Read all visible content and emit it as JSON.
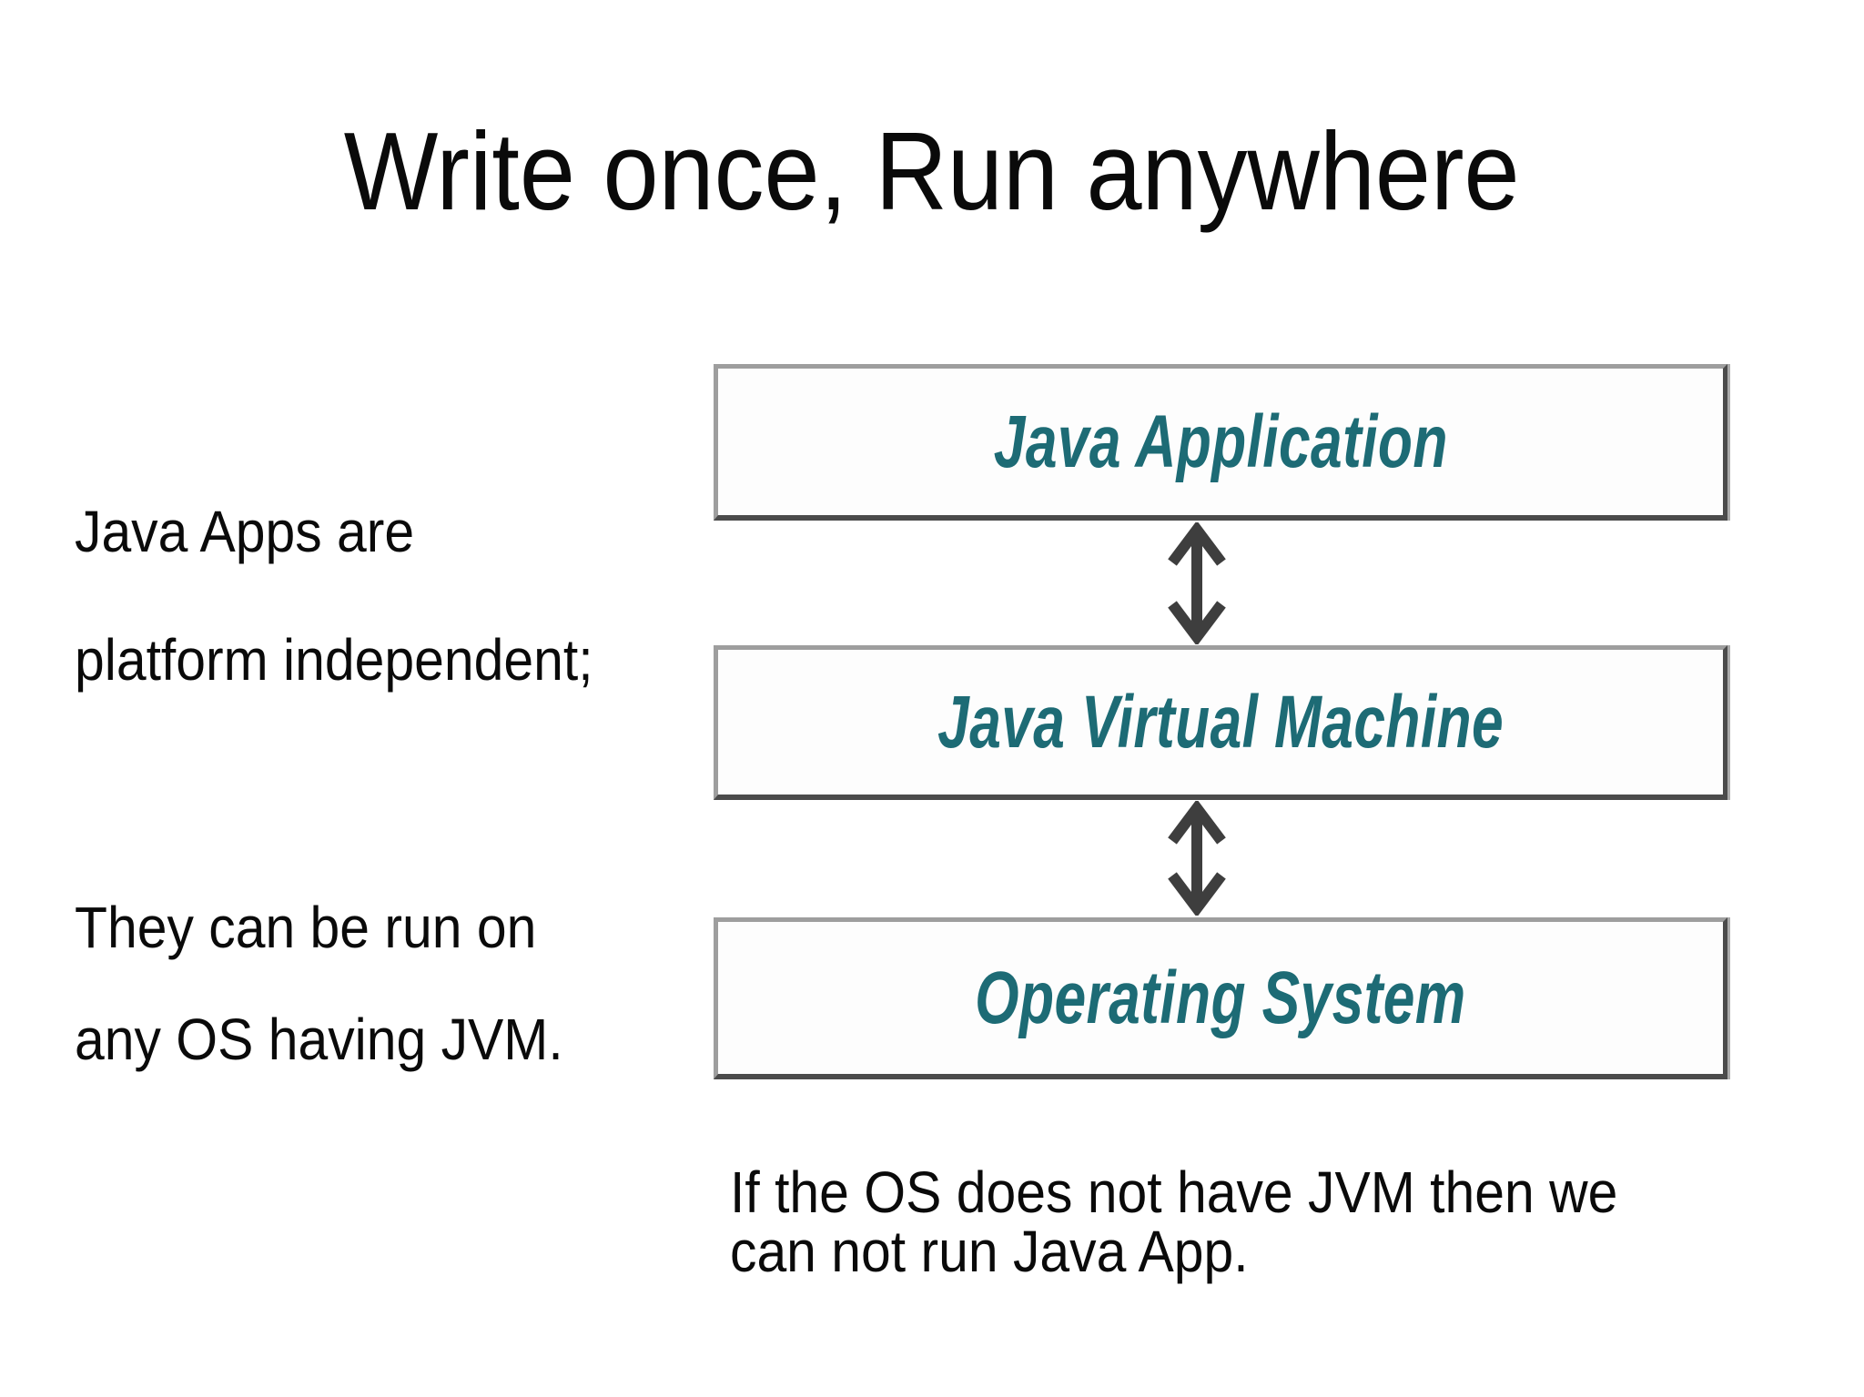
{
  "slide": {
    "title": "Write once, Run anywhere",
    "notes": {
      "lines": [
        "Java Apps are",
        "platform independent;",
        "They can be run on",
        "any OS having JVM."
      ]
    },
    "caption": {
      "lines": [
        "If the OS does not have JVM then we",
        "can not run Java App."
      ]
    }
  },
  "diagram": {
    "layers": [
      {
        "label": "Java Application"
      },
      {
        "label": "Java Virtual Machine"
      },
      {
        "label": "Operating System"
      }
    ],
    "connector_icon": "double-arrow-vertical-icon"
  },
  "colors": {
    "accent_teal": "#1d6b75",
    "text": "#0a0a0a",
    "arrow": "#3e3e3e",
    "box_border_light": "#9e9e9e",
    "box_border_dark": "#4b4b4b",
    "box_fill": "#fdfdfd",
    "background": "#ffffff"
  }
}
